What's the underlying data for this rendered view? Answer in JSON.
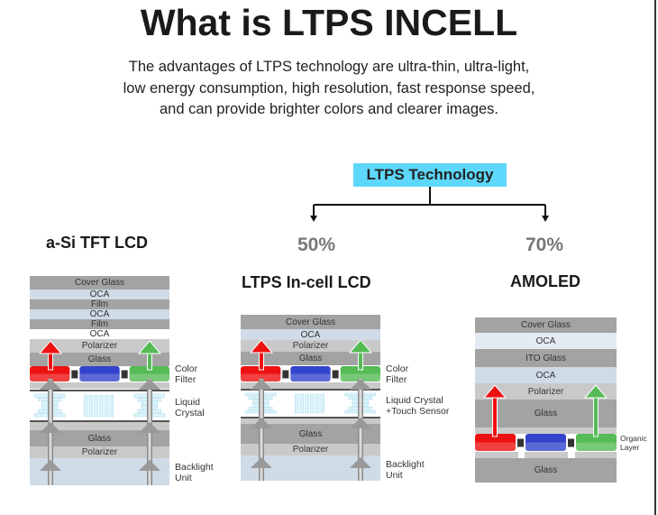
{
  "title": "What is LTPS INCELL",
  "intro": [
    "The advantages of LTPS technology are ultra-thin, ultra-light,",
    "low energy consumption, high resolution, fast response speed,",
    "and can provide brighter colors and clearer images."
  ],
  "tree": {
    "root": "LTPS Technology",
    "left_pct": "50%",
    "right_pct": "70%"
  },
  "colors": {
    "accent": "#5dd8fc",
    "red": "#ee1111",
    "blue": "#3344cc",
    "green": "#55bb55"
  },
  "asi": {
    "heading": "a-Si TFT LCD",
    "layers": [
      "Cover Glass",
      "OCA",
      "Film",
      "OCA",
      "Film",
      "OCA",
      "Polarizer",
      "Glass",
      "Glass",
      "Polarizer"
    ],
    "side": {
      "color_filter": [
        "Color",
        "Filter"
      ],
      "liquid_crystal": [
        "Liquid",
        "Crystal"
      ],
      "backlight": [
        "Backlight",
        "Unit"
      ]
    }
  },
  "incell": {
    "heading": "LTPS In-cell LCD",
    "layers": [
      "Cover Glass",
      "OCA",
      "Polarizer",
      "Glass",
      "Glass",
      "Polarizer"
    ],
    "side": {
      "color_filter": [
        "Color",
        "Filter"
      ],
      "liquid_crystal": [
        "Liquid Crystal",
        "+Touch Sensor"
      ],
      "backlight": [
        "Backlight",
        "Unit"
      ]
    }
  },
  "amoled": {
    "heading": "AMOLED",
    "layers": [
      "Cover Glass",
      "OCA",
      "ITO Glass",
      "OCA",
      "Polarizer",
      "Glass",
      "Glass"
    ],
    "side": {
      "organic": [
        "Organic",
        "Layer"
      ]
    }
  }
}
